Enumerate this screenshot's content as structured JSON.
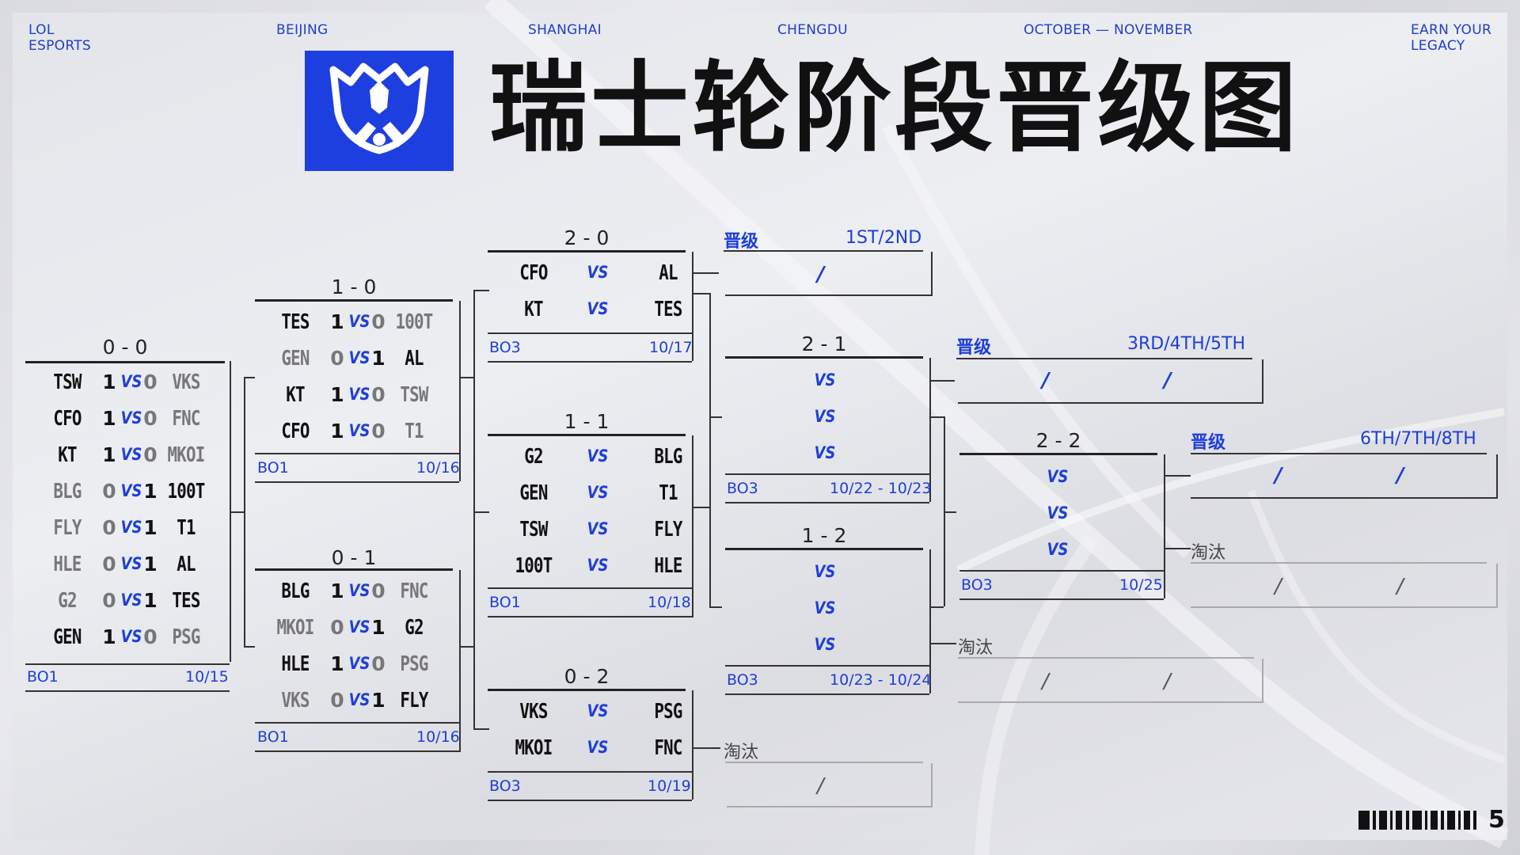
{
  "header": {
    "brand": [
      "LOL",
      "ESPORTS"
    ],
    "cities": [
      "BEIJING",
      "SHANGHAI",
      "CHENGDU"
    ],
    "dates": "OCTOBER — NOVEMBER",
    "tagline": [
      "EARN YOUR",
      "LEGACY"
    ],
    "title": "瑞士轮阶段晋级图"
  },
  "labels": {
    "vs": "VS",
    "advance": "晋级",
    "eliminated": "淘汰",
    "slash": "/"
  },
  "rounds": {
    "r00": {
      "record": "0 - 0",
      "format": "BO1",
      "date": "10/15",
      "matches": [
        {
          "a": "TSW",
          "sa": "1",
          "b": "VKS",
          "sb": "0",
          "winner": "a"
        },
        {
          "a": "CFO",
          "sa": "1",
          "b": "FNC",
          "sb": "0",
          "winner": "a"
        },
        {
          "a": "KT",
          "sa": "1",
          "b": "MKOI",
          "sb": "0",
          "winner": "a"
        },
        {
          "a": "BLG",
          "sa": "0",
          "b": "100T",
          "sb": "1",
          "winner": "b"
        },
        {
          "a": "FLY",
          "sa": "0",
          "b": "T1",
          "sb": "1",
          "winner": "b"
        },
        {
          "a": "HLE",
          "sa": "0",
          "b": "AL",
          "sb": "1",
          "winner": "b"
        },
        {
          "a": "G2",
          "sa": "0",
          "b": "TES",
          "sb": "1",
          "winner": "b"
        },
        {
          "a": "GEN",
          "sa": "1",
          "b": "PSG",
          "sb": "0",
          "winner": "a"
        }
      ]
    },
    "r10": {
      "record": "1 - 0",
      "format": "BO1",
      "date": "10/16",
      "matches": [
        {
          "a": "TES",
          "sa": "1",
          "b": "100T",
          "sb": "0",
          "winner": "a"
        },
        {
          "a": "GEN",
          "sa": "0",
          "b": "AL",
          "sb": "1",
          "winner": "b"
        },
        {
          "a": "KT",
          "sa": "1",
          "b": "TSW",
          "sb": "0",
          "winner": "a"
        },
        {
          "a": "CFO",
          "sa": "1",
          "b": "T1",
          "sb": "0",
          "winner": "a"
        }
      ]
    },
    "r01": {
      "record": "0 - 1",
      "format": "BO1",
      "date": "10/16",
      "matches": [
        {
          "a": "BLG",
          "sa": "1",
          "b": "FNC",
          "sb": "0",
          "winner": "a"
        },
        {
          "a": "MKOI",
          "sa": "0",
          "b": "G2",
          "sb": "1",
          "winner": "b"
        },
        {
          "a": "HLE",
          "sa": "1",
          "b": "PSG",
          "sb": "0",
          "winner": "a"
        },
        {
          "a": "VKS",
          "sa": "0",
          "b": "FLY",
          "sb": "1",
          "winner": "b"
        }
      ]
    },
    "r20": {
      "record": "2 - 0",
      "format": "BO3",
      "date": "10/17",
      "matches": [
        {
          "a": "CFO",
          "b": "AL"
        },
        {
          "a": "KT",
          "b": "TES"
        }
      ]
    },
    "r11": {
      "record": "1 - 1",
      "format": "BO1",
      "date": "10/18",
      "matches": [
        {
          "a": "G2",
          "b": "BLG"
        },
        {
          "a": "GEN",
          "b": "T1"
        },
        {
          "a": "TSW",
          "b": "FLY"
        },
        {
          "a": "100T",
          "b": "HLE"
        }
      ]
    },
    "r02": {
      "record": "0 - 2",
      "format": "BO3",
      "date": "10/19",
      "matches": [
        {
          "a": "VKS",
          "b": "PSG"
        },
        {
          "a": "MKOI",
          "b": "FNC"
        }
      ]
    },
    "r21": {
      "record": "2 - 1",
      "format": "BO3",
      "date": "10/22 - 10/23"
    },
    "r12": {
      "record": "1 - 2",
      "format": "BO3",
      "date": "10/23 - 10/24"
    },
    "r22": {
      "record": "2 - 2",
      "format": "BO3",
      "date": "10/25"
    }
  },
  "places": {
    "p1": "1ST/2ND",
    "p2": "3RD/4TH/5TH",
    "p3": "6TH/7TH/8TH"
  },
  "page_number": "5"
}
